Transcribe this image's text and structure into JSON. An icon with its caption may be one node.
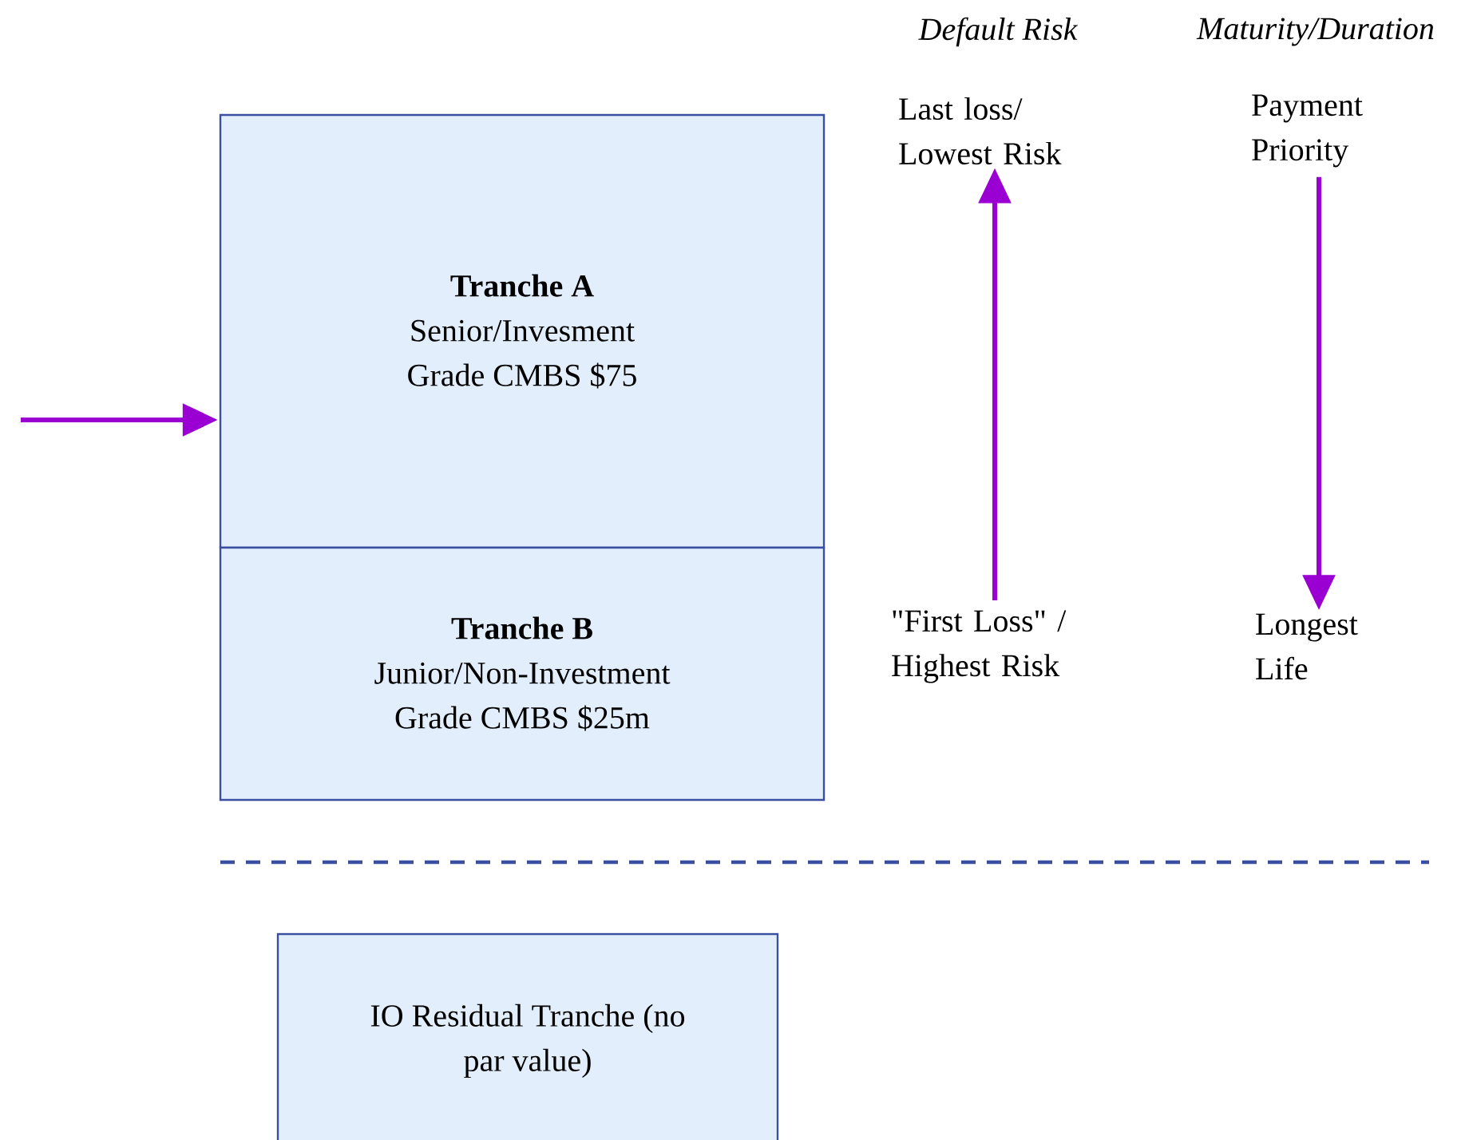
{
  "diagram": {
    "nodes": [
      {
        "text": [
          "Tranche A",
          "Senior/Invesment Grade CMBS $75"
        ]
      },
      {
        "text": [
          "Tranche B",
          "Junior/Non-Investment Grade CMBS $25m"
        ]
      },
      {
        "text": [
          "IO Residual Tranche (no par value)"
        ]
      },
      {
        "text": [
          "Last loss/ Lowest Risk"
        ]
      },
      {
        "text": [
          "\"First Loss\" / Highest Risk"
        ]
      },
      {
        "text": [
          "Payment Priority"
        ]
      },
      {
        "text": [
          "Longest Life"
        ]
      }
    ],
    "edges": [
      {
        "from": null,
        "to": 0,
        "arrow": "to"
      },
      {
        "from": 4,
        "to": 3,
        "arrow": "to"
      },
      {
        "from": 5,
        "to": 6,
        "arrow": "to"
      }
    ],
    "labels": [
      "Default Risk",
      "Maturity/Duration"
    ]
  }
}
